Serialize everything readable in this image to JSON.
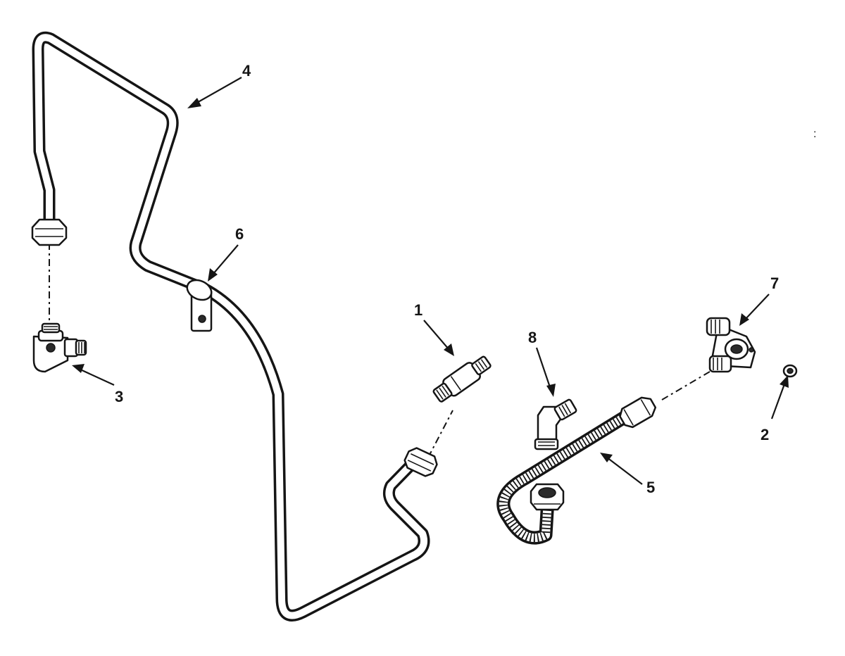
{
  "callouts": {
    "c1": "1",
    "c2": "2",
    "c3": "3",
    "c4": "4",
    "c5": "5",
    "c6": "6",
    "c7": "7",
    "c8": "8"
  },
  "stray_mark": ":",
  "colors": {
    "ink": "#151515",
    "paper": "#ffffff"
  }
}
